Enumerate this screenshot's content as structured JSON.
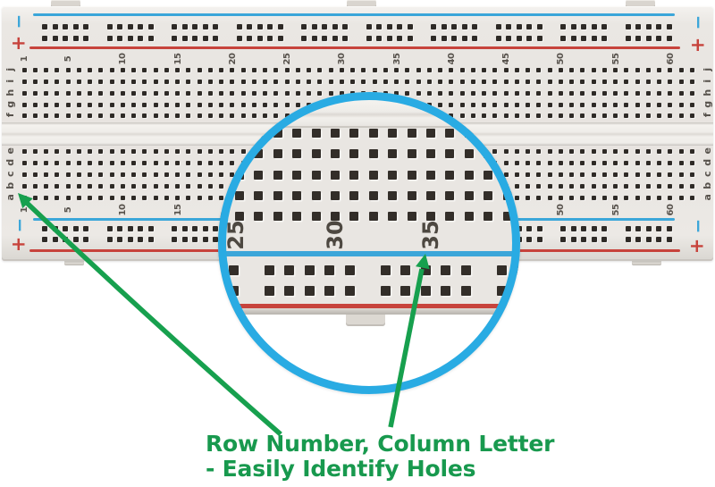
{
  "annotation": {
    "line1": "Row Number, Column Letter",
    "line2": "- Easily Identify Holes"
  },
  "board": {
    "minus_symbol": "−",
    "plus_symbol": "+",
    "column_labels": [
      "1",
      "5",
      "10",
      "15",
      "20",
      "25",
      "30",
      "35",
      "40",
      "45",
      "50",
      "55",
      "60"
    ],
    "row_letters_upper": [
      "j",
      "i",
      "h",
      "g",
      "f"
    ],
    "row_letters_lower": [
      "e",
      "d",
      "c",
      "b",
      "a"
    ]
  },
  "magnifier": {
    "labels": [
      "25",
      "30",
      "35"
    ]
  },
  "colors": {
    "rail_negative_blue": "#3BA6D9",
    "rail_positive_red": "#C7433C",
    "magnifier_circle_blue": "#29ABE3",
    "annotation_green": "#18994E",
    "hole_dark": "#2E2A26",
    "board_offwhite": "#E9E6E2"
  }
}
